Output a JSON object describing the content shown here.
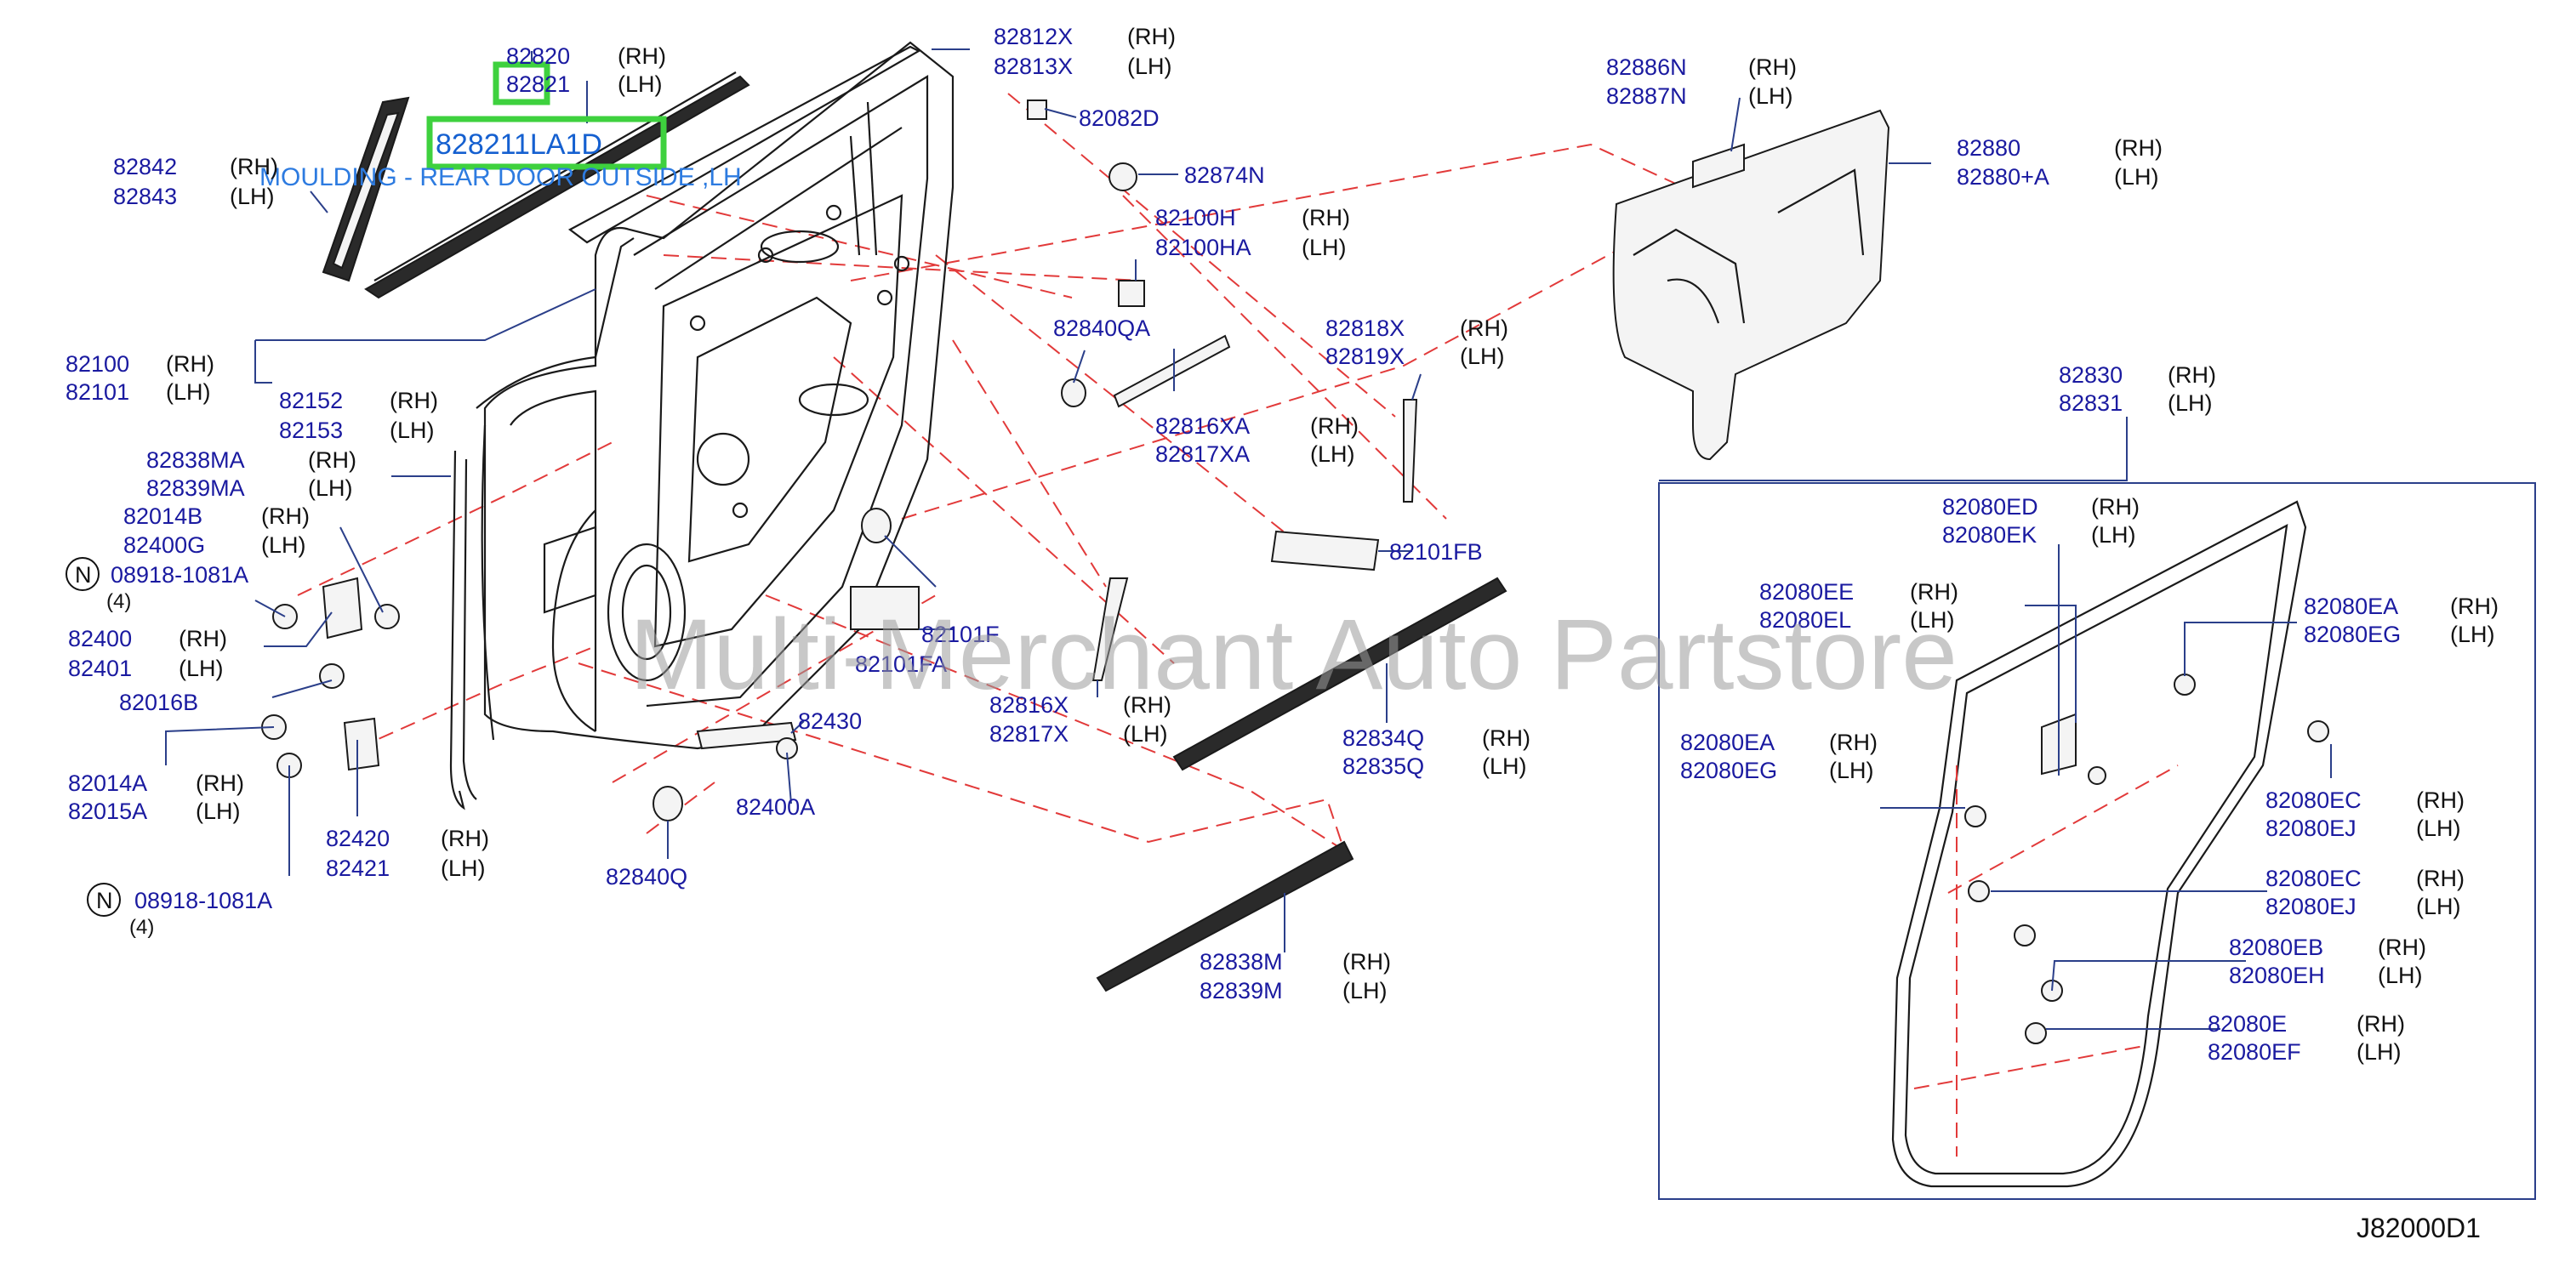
{
  "labels": [
    {
      "number": "82820",
      "side": "(RH)"
    },
    {
      "number": "82821",
      "side": "(LH)"
    },
    {
      "number": "82842",
      "side": "(RH)"
    },
    {
      "number": "82843",
      "side": "(LH)"
    },
    {
      "number": "82812X",
      "side": "(RH)"
    },
    {
      "number": "82813X",
      "side": "(LH)"
    },
    {
      "number": "82082D",
      "side": ""
    },
    {
      "number": "82874N",
      "side": ""
    },
    {
      "number": "82100H",
      "side": "(RH)"
    },
    {
      "number": "82100HA",
      "side": "(LH)"
    },
    {
      "number": "82840QA",
      "side": ""
    },
    {
      "number": "82818X",
      "side": "(RH)"
    },
    {
      "number": "82819X",
      "side": "(LH)"
    },
    {
      "number": "82816XA",
      "side": "(RH)"
    },
    {
      "number": "82817XA",
      "side": "(LH)"
    },
    {
      "number": "82101FB",
      "side": ""
    },
    {
      "number": "82100",
      "side": "(RH)"
    },
    {
      "number": "82101",
      "side": "(LH)"
    },
    {
      "number": "82152",
      "side": "(RH)"
    },
    {
      "number": "82153",
      "side": "(LH)"
    },
    {
      "number": "82838MA",
      "side": "(RH)"
    },
    {
      "number": "82839MA",
      "side": "(LH)"
    },
    {
      "number": "82014B",
      "side": "(RH)"
    },
    {
      "number": "82400G",
      "side": "(LH)"
    },
    {
      "number": "08918-1081A",
      "side": ""
    },
    {
      "number": "82400",
      "side": "(RH)"
    },
    {
      "number": "82401",
      "side": "(LH)"
    },
    {
      "number": "82016B",
      "side": ""
    },
    {
      "number": "82014A",
      "side": "(RH)"
    },
    {
      "number": "82015A",
      "side": "(LH)"
    },
    {
      "number": "08918-1081A",
      "side": ""
    },
    {
      "number": "82420",
      "side": "(RH)"
    },
    {
      "number": "82421",
      "side": "(LH)"
    },
    {
      "number": "82101F",
      "side": ""
    },
    {
      "number": "82101FA",
      "side": ""
    },
    {
      "number": "82816X",
      "side": "(RH)"
    },
    {
      "number": "82817X",
      "side": "(LH)"
    },
    {
      "number": "82430",
      "side": ""
    },
    {
      "number": "82400A",
      "side": ""
    },
    {
      "number": "82840Q",
      "side": ""
    },
    {
      "number": "82834Q",
      "side": "(RH)"
    },
    {
      "number": "82835Q",
      "side": "(LH)"
    },
    {
      "number": "82838M",
      "side": "(RH)"
    },
    {
      "number": "82839M",
      "side": "(LH)"
    },
    {
      "number": "82886N",
      "side": "(RH)"
    },
    {
      "number": "82887N",
      "side": "(LH)"
    },
    {
      "number": "82880",
      "side": "(RH)"
    },
    {
      "number": "82880+A",
      "side": "(LH)"
    },
    {
      "number": "82830",
      "side": "(RH)"
    },
    {
      "number": "82831",
      "side": "(LH)"
    },
    {
      "number": "82080ED",
      "side": "(RH)"
    },
    {
      "number": "82080EK",
      "side": "(LH)"
    },
    {
      "number": "82080EE",
      "side": "(RH)"
    },
    {
      "number": "82080EL",
      "side": "(LH)"
    },
    {
      "number": "82080EA",
      "side": "(RH)"
    },
    {
      "number": "82080EG",
      "side": "(LH)"
    },
    {
      "number": "82080EA",
      "side": "(RH)"
    },
    {
      "number": "82080EG",
      "side": "(LH)"
    },
    {
      "number": "82080EC",
      "side": "(RH)"
    },
    {
      "number": "82080EJ",
      "side": "(LH)"
    },
    {
      "number": "82080EC",
      "side": "(RH)"
    },
    {
      "number": "82080EJ",
      "side": "(LH)"
    },
    {
      "number": "82080EB",
      "side": "(RH)"
    },
    {
      "number": "82080EH",
      "side": "(LH)"
    },
    {
      "number": "82080E",
      "side": "(RH)"
    },
    {
      "number": "82080EF",
      "side": "(LH)"
    }
  ],
  "counts": [
    "(4)",
    "(4)"
  ],
  "circle_letter": "N",
  "highlight": {
    "part_number": "828211LA1D",
    "description": "MOULDING - REAR DOOR OUTSIDE ,LH",
    "color": "#3ed13e"
  },
  "watermark": "Multi-Merchant Auto Partstore",
  "diagram_code": "J82000D1",
  "colors": {
    "part_number": "#1a1aa0",
    "leader": "#2b3f8a",
    "dashed_guide": "#e23a3a",
    "highlight_text": "#1560d0"
  }
}
